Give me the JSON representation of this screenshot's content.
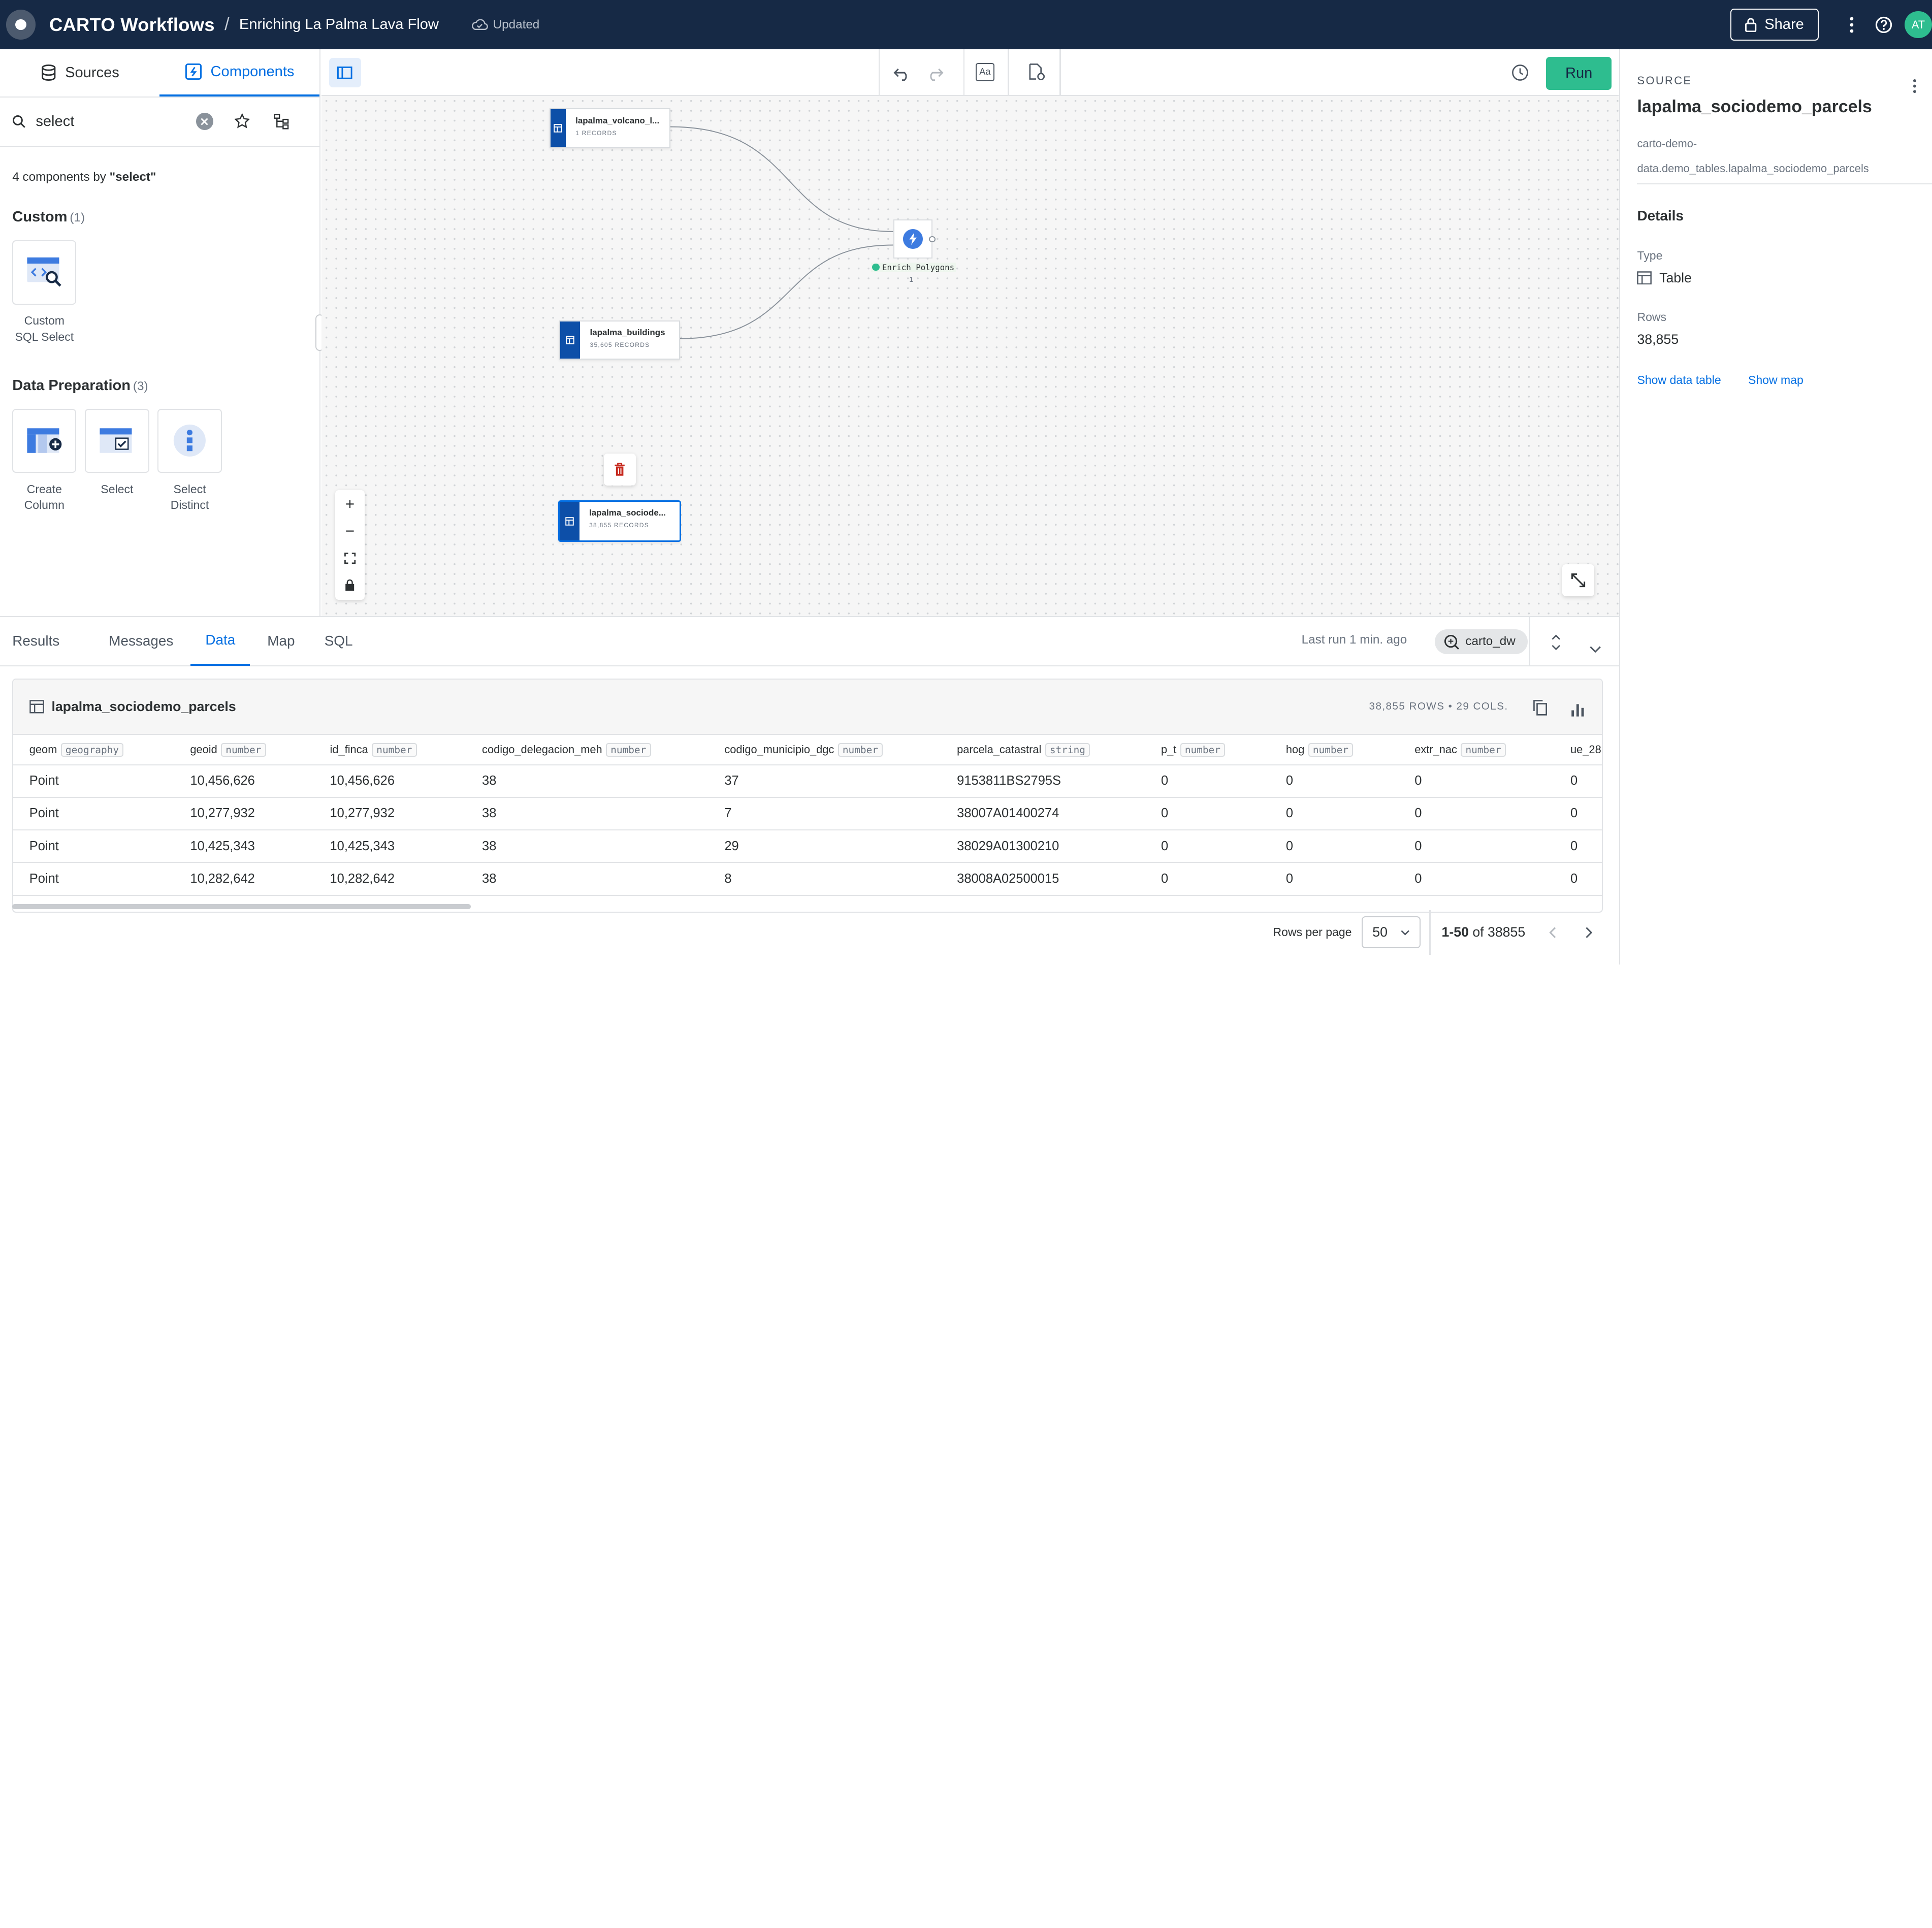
{
  "topbar": {
    "app_title": "CARTO Workflows",
    "separator": "/",
    "workflow_name": "Enriching La Palma Lava Flow",
    "status": "Updated",
    "share_label": "Share",
    "avatar_initials": "AT"
  },
  "left_panel": {
    "tabs": [
      {
        "label": "Sources"
      },
      {
        "label": "Components"
      }
    ],
    "search_value": "select",
    "result_count_prefix": "4 components by ",
    "result_count_term": "\"select\"",
    "sections": [
      {
        "title": "Custom",
        "count": "(1)",
        "items": [
          {
            "label": "Custom SQL Select"
          }
        ]
      },
      {
        "title": "Data Preparation",
        "count": "(3)",
        "items": [
          {
            "label": "Create Column"
          },
          {
            "label": "Select"
          },
          {
            "label": "Select Distinct"
          }
        ]
      }
    ]
  },
  "canvas": {
    "nodes": [
      {
        "name": "lapalma_volcano_l...",
        "records": "1 RECORDS"
      },
      {
        "name": "lapalma_buildings",
        "records": "35,605 RECORDS"
      },
      {
        "name": "lapalma_sociode...",
        "records": "38,855 RECORDS"
      }
    ],
    "enrich_node": {
      "label": "Enrich Polygons",
      "count": "1"
    }
  },
  "toolbar": {
    "run_label": "Run"
  },
  "right_panel": {
    "overline": "SOURCE",
    "title": "lapalma_sociodemo_parcels",
    "path_line1": "carto-demo-",
    "path_line2": "data.demo_tables.lapalma_sociodemo_parcels",
    "details_heading": "Details",
    "type_label": "Type",
    "type_value": "Table",
    "rows_label": "Rows",
    "rows_value": "38,855",
    "link_data_table": "Show data table",
    "link_map": "Show map"
  },
  "bottom": {
    "tabs": [
      {
        "label": "Results"
      },
      {
        "label": "Messages"
      },
      {
        "label": "Data"
      },
      {
        "label": "Map"
      },
      {
        "label": "SQL"
      }
    ],
    "last_run": "Last run 1 min. ago",
    "connection": "carto_dw",
    "table_title": "lapalma_sociodemo_parcels",
    "table_meta": "38,855 ROWS • 29 COLS.",
    "columns": [
      {
        "name": "geom",
        "type": "geography"
      },
      {
        "name": "geoid",
        "type": "number"
      },
      {
        "name": "id_finca",
        "type": "number"
      },
      {
        "name": "codigo_delegacion_meh",
        "type": "number"
      },
      {
        "name": "codigo_municipio_dgc",
        "type": "number"
      },
      {
        "name": "parcela_catastral",
        "type": "string"
      },
      {
        "name": "p_t",
        "type": "number"
      },
      {
        "name": "hog",
        "type": "number"
      },
      {
        "name": "extr_nac",
        "type": "number"
      },
      {
        "name": "ue_28",
        "type": ""
      }
    ],
    "rows": [
      [
        "Point",
        "10,456,626",
        "10,456,626",
        "38",
        "37",
        "9153811BS2795S",
        "0",
        "0",
        "0",
        "0"
      ],
      [
        "Point",
        "10,277,932",
        "10,277,932",
        "38",
        "7",
        "38007A01400274",
        "0",
        "0",
        "0",
        "0"
      ],
      [
        "Point",
        "10,425,343",
        "10,425,343",
        "38",
        "29",
        "38029A01300210",
        "0",
        "0",
        "0",
        "0"
      ],
      [
        "Point",
        "10,282,642",
        "10,282,642",
        "38",
        "8",
        "38008A02500015",
        "0",
        "0",
        "0",
        "0"
      ]
    ],
    "rows_per_page_label": "Rows per page",
    "rows_per_page_value": "50",
    "range_bold": "1-50",
    "range_rest": " of 38855"
  },
  "colors": {
    "accent": "#036fe2",
    "topbar": "#162945",
    "run": "#2ebd8f",
    "node_strip": "#0d4fa8"
  }
}
